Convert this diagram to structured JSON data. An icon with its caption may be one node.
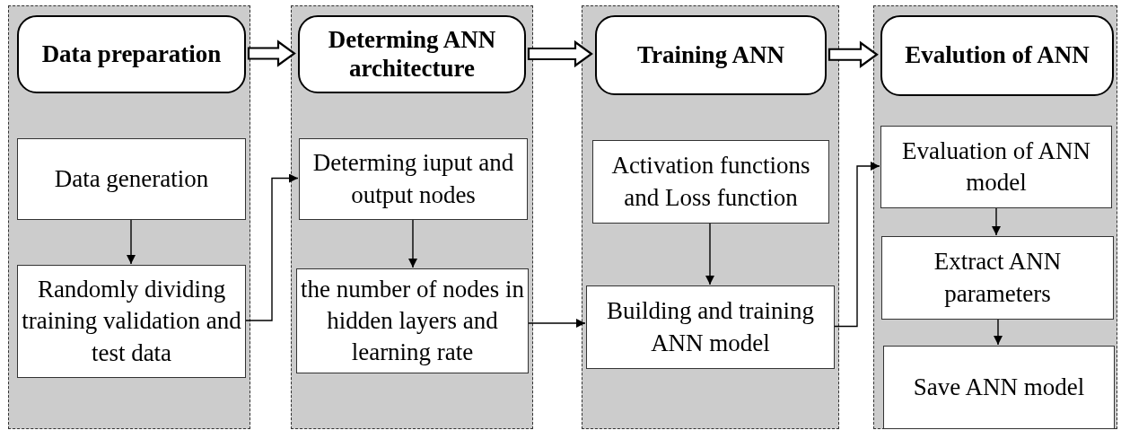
{
  "diagram": {
    "nodes": [
      {
        "text": [],
        "shape": "box"
      },
      {
        "text": [
          "Data preparation"
        ],
        "in": 0
      },
      {
        "text": [
          "Data generation"
        ],
        "in": 0
      },
      {
        "text": [
          "Randomly dividing training validation and test data"
        ],
        "in": 0
      },
      {
        "text": [],
        "shape": "box"
      },
      {
        "text": [
          "Determing ANN architecture"
        ],
        "in": 4
      },
      {
        "text": [
          "Determing iuput and output nodes"
        ],
        "in": 4
      },
      {
        "text": [
          "the number of nodes in hidden layers and learning rate"
        ],
        "in": 4
      },
      {
        "text": [],
        "shape": "box"
      },
      {
        "text": [
          "Training ANN"
        ],
        "in": 8
      },
      {
        "text": [
          "Activation functions and Loss function"
        ],
        "in": 8
      },
      {
        "text": [
          "Building and training ANN model"
        ],
        "in": 8
      },
      {
        "text": [],
        "shape": "box"
      },
      {
        "text": [
          "Evalution of ANN"
        ],
        "in": 12
      },
      {
        "text": [
          "Evaluation of ANN model"
        ],
        "in": 12
      },
      {
        "text": [
          "Extract ANN parameters"
        ],
        "in": 12
      },
      {
        "text": [
          "Save ANN model"
        ],
        "in": 12
      }
    ],
    "edges": [
      {
        "from": 1,
        "to": 5,
        "arrow": "to",
        "style": "thick"
      },
      {
        "from": 5,
        "to": 9,
        "arrow": "to",
        "style": "thick"
      },
      {
        "from": 9,
        "to": 13,
        "arrow": "to",
        "style": "thick"
      },
      {
        "from": 2,
        "to": 3,
        "arrow": "to"
      },
      {
        "from": 3,
        "to": 6,
        "arrow": "to"
      },
      {
        "from": 6,
        "to": 7,
        "arrow": "to"
      },
      {
        "from": 7,
        "to": 11,
        "arrow": "to"
      },
      {
        "from": 10,
        "to": 11,
        "arrow": "to"
      },
      {
        "from": 11,
        "to": 14,
        "arrow": "to"
      },
      {
        "from": 14,
        "to": 15,
        "arrow": "to"
      },
      {
        "from": 15,
        "to": 16,
        "arrow": "to"
      }
    ]
  }
}
